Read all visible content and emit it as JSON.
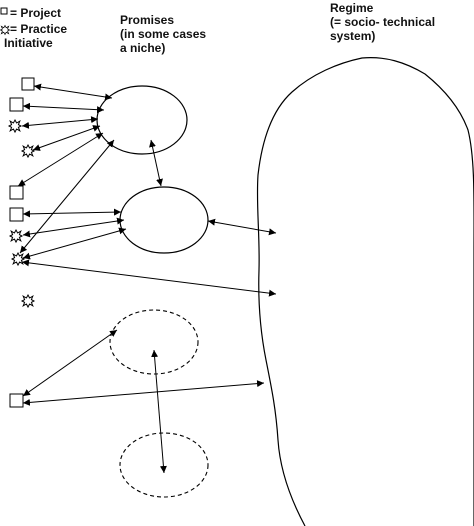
{
  "legend": {
    "project_label": "= Project",
    "practice_label_line1": "= Practice",
    "practice_label_line2": "Initiative",
    "project_icon": "square-icon",
    "practice_icon": "starburst-icon"
  },
  "promises": {
    "line1": "Promises",
    "line2": "(in some cases",
    "line3": "a niche)"
  },
  "regime": {
    "line1": "Regime",
    "line2": "(= socio- technical",
    "line3": "system)"
  },
  "colors": {
    "stroke": "#000000",
    "background": "#ffffff"
  }
}
